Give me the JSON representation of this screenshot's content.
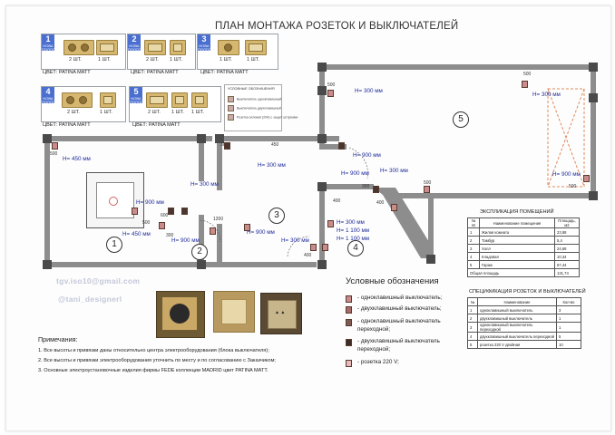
{
  "title": "ПЛАН МОНТАЖА РОЗЕТОК И ВЫКЛЮЧАТЕЛЕЙ",
  "colors": {
    "accent_blue": "#4a6fd0",
    "wall": "#8d8d8d",
    "label_blue": "#1e2a9a",
    "frame_gold": "#d5b770"
  },
  "sets": [
    {
      "num": "1",
      "tag": "НОВА ПОЛОСА",
      "items": [
        "2 ШТ.",
        "1 ШТ."
      ],
      "color": "ЦВЕТ: PATINA MATT"
    },
    {
      "num": "2",
      "tag": "НОВА ПОЛОСА",
      "items": [
        "2 ШТ.",
        "1 ШТ."
      ],
      "color": "ЦВЕТ: PATINA MATT"
    },
    {
      "num": "3",
      "tag": "НОВА ПОЛОСА",
      "items": [
        "1 ШТ.",
        "1 ШТ."
      ],
      "color": "ЦВЕТ: PATINA MATT"
    },
    {
      "num": "4",
      "tag": "НОВА ПОЛОСА",
      "items": [
        "2 ШТ.",
        "1 ШТ."
      ],
      "color": "ЦВЕТ: PATINA MATT"
    },
    {
      "num": "5",
      "tag": "НОВА ПОЛОСА",
      "items": [
        "2 ШТ.",
        "1 ШТ.",
        "1 ШТ."
      ],
      "color": "ЦВЕТ: PATINA MATT"
    }
  ],
  "small_legend": {
    "title": "УСЛОВНЫЕ ОБОЗНАЧЕНИЯ",
    "rows": [
      "Выключатель одноклавишный",
      "Выключатель двухклавишный",
      "Розетка силовая (20А) с защит шторками"
    ]
  },
  "plan": {
    "rooms": [
      "1",
      "2",
      "3",
      "4",
      "5"
    ],
    "labels": [
      "H= 450 мм",
      "H= 900 мм",
      "H= 450 мм",
      "H= 300 мм",
      "H= 900 мм",
      "H= 300 мм",
      "H= 900 мм",
      "H= 300 мм",
      "H= 900 мм",
      "H= 900 мм",
      "H= 300 мм",
      "H= 300 мм",
      "H= 300 мм",
      "H= 1 100 мм",
      "H= 1 100 мм",
      "H= 300 мм",
      "H= 900 мм"
    ],
    "dims": [
      "500",
      "500",
      "600",
      "1200",
      "300",
      "300",
      "500",
      "400",
      "300",
      "500",
      "400",
      "500",
      "500",
      "450",
      "400"
    ]
  },
  "handles": [
    "tgv.iso10@gmail.com",
    "@tani_designerl"
  ],
  "notes": {
    "header": "Примечания:",
    "items": [
      "1. Все высоты и привязки даны относительно центра электрооборудования (блока выключателя);",
      "2. Все высоты и привязки электрооборудования уточнить по месту и по согласованию с Заказчиком;",
      "3. Основные электроустановочные изделия фирмы FEDE коллекции MADRID цвет PATINA MATT."
    ]
  },
  "legend": {
    "title": "Условные обозначения",
    "items": [
      {
        "text": "- одноклавишный выключатель;",
        "color": "#c98b8b"
      },
      {
        "text": "- двухклавишный выключатель;",
        "color": "#a86b6b"
      },
      {
        "text": "- одноклавишный выключатель переходной;",
        "color": "#7b5b52"
      },
      {
        "text": "- двухклавишный выключатель переходной;",
        "color": "#3e2c28"
      },
      {
        "text": "- розетка 220 V;",
        "color": "#e7b9b9"
      }
    ]
  },
  "explication": {
    "caption": "ЭКСПЛИКАЦИЯ ПОМЕЩЕНИЙ",
    "headers": [
      "№ пп",
      "Наименование помещения",
      "Площадь, м2"
    ],
    "rows": [
      [
        "1",
        "Жилая комната",
        "23,88"
      ],
      [
        "2",
        "Тамбур",
        "5,4"
      ],
      [
        "3",
        "Холл",
        "24,68"
      ],
      [
        "4",
        "Кладовая",
        "10,34"
      ],
      [
        "5",
        "Гараж",
        "67,44"
      ]
    ],
    "total_label": "Общая площадь",
    "total_value": "131,74"
  },
  "specification": {
    "caption": "СПЕЦИФИКАЦИЯ РОЗЕТОК И ВЫКЛЮЧАТЕЛЕЙ",
    "headers": [
      "№",
      "Наименование",
      "Кол-во"
    ],
    "rows": [
      [
        "1",
        "одноклавишный выключатель",
        "3"
      ],
      [
        "2",
        "двухклавишный выключатель",
        "1"
      ],
      [
        "3",
        "одноклавишный выключатель переходной",
        "1"
      ],
      [
        "4",
        "двухклавишный выключатель переходной",
        "5"
      ],
      [
        "5",
        "розетка 220 V двойная",
        "10"
      ]
    ]
  }
}
